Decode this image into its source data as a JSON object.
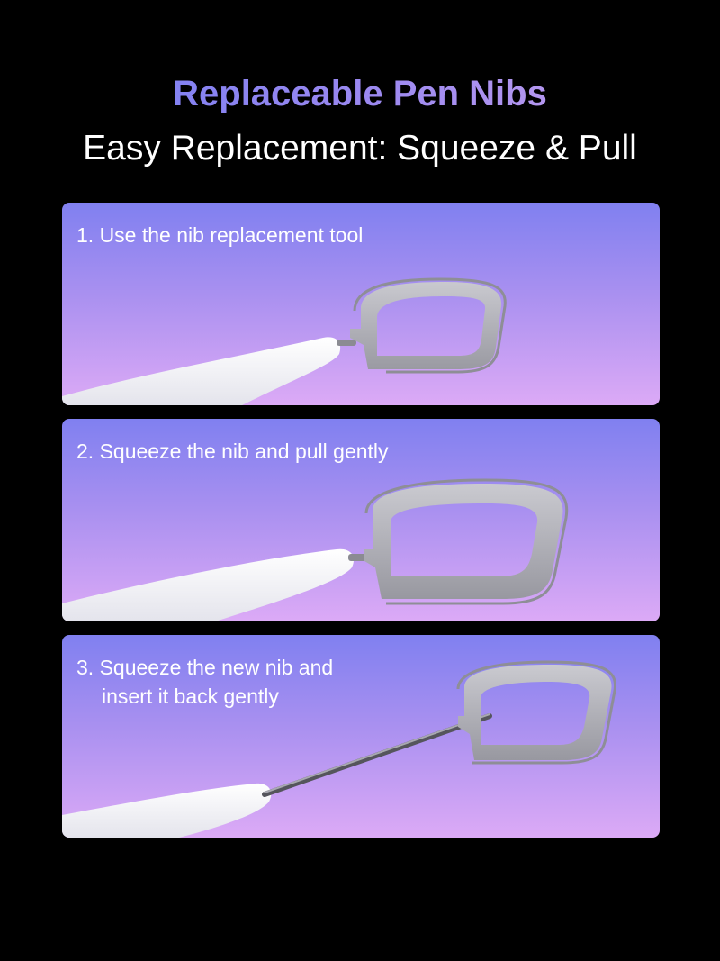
{
  "header": {
    "title": "Replaceable Pen Nibs",
    "subtitle": "Easy Replacement: Squeeze & Pull"
  },
  "steps": [
    {
      "lines": [
        "1. Use the nib replacement tool"
      ]
    },
    {
      "lines": [
        "2. Squeeze the nib and pull gently"
      ]
    },
    {
      "lines": [
        "3. Squeeze the new nib and",
        "insert it back gently"
      ]
    }
  ],
  "colors": {
    "background": "#000000",
    "title_gradient_start": "#6f7cf2",
    "title_gradient_end": "#cba4ee",
    "panel_top": "#8080f0",
    "panel_bottom": "#dcaaf6",
    "tool_metal": "#b9b9bf",
    "pen_body": "#f7f7f9"
  }
}
